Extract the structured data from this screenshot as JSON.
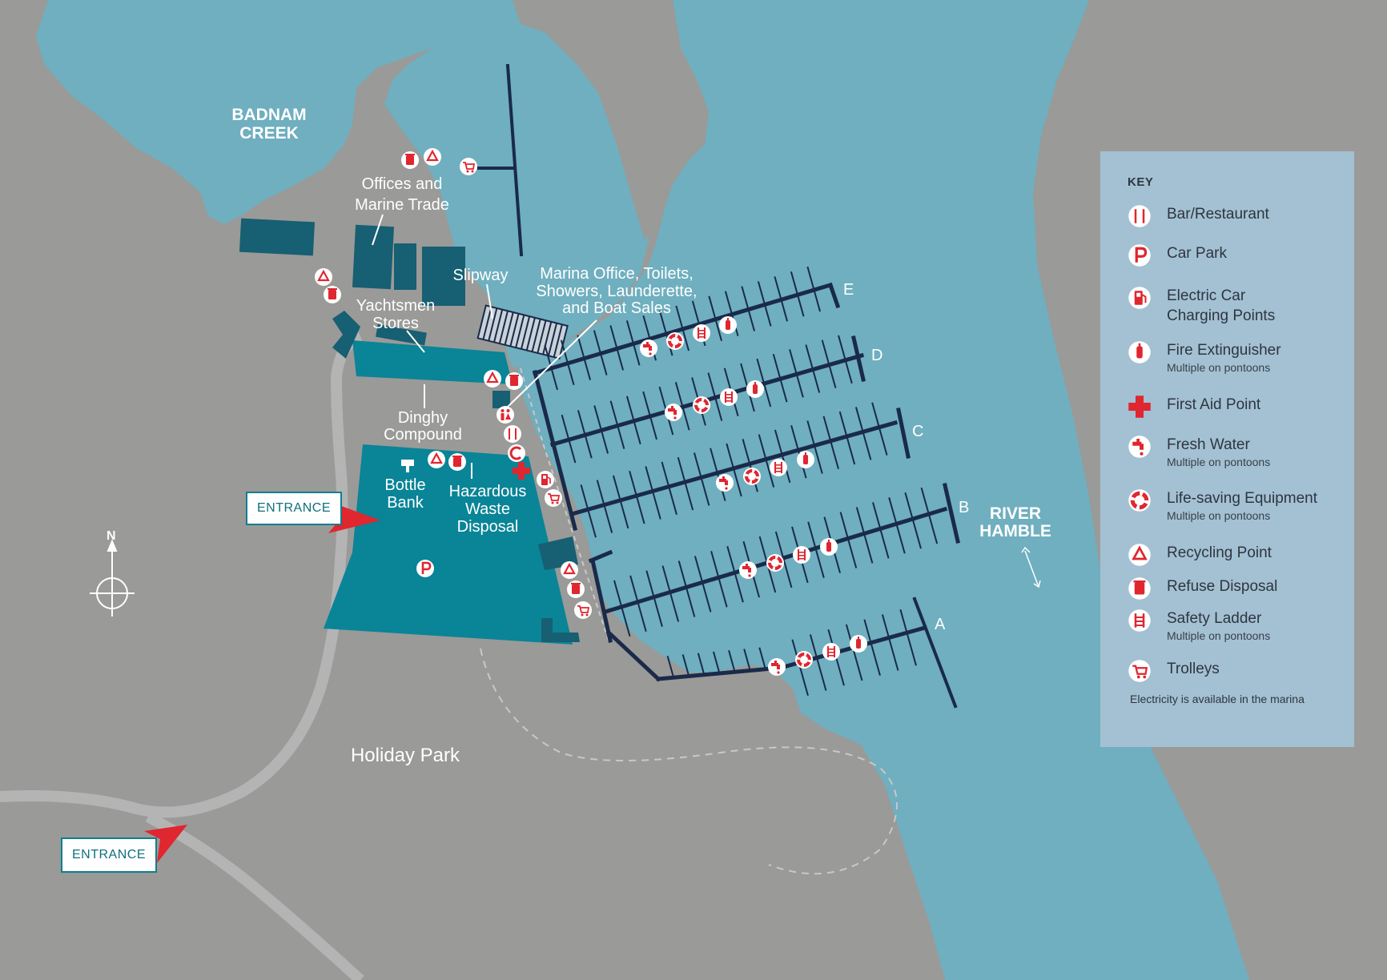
{
  "map": {
    "places": {
      "badnam_creek": [
        "BADNAM",
        "CREEK"
      ],
      "river_hamble": [
        "RIVER",
        "HAMBLE"
      ],
      "holiday_park": "Holiday Park",
      "offices": [
        "Offices and",
        "Marine Trade"
      ],
      "slipway": "Slipway",
      "marina_office": [
        "Marina Office, Toilets,",
        "Showers, Launderette,",
        "and Boat Sales"
      ],
      "yachtsmen_stores": [
        "Yachtsmen",
        "Stores"
      ],
      "dinghy_compound": [
        "Dinghy",
        "Compound"
      ],
      "bottle_bank": [
        "Bottle",
        "Bank"
      ],
      "hazardous_waste": [
        "Hazardous",
        "Waste",
        "Disposal"
      ]
    },
    "pontoons": [
      "A",
      "B",
      "C",
      "D",
      "E"
    ],
    "entrances": [
      "ENTRANCE",
      "ENTRANCE"
    ],
    "compass_label": "N",
    "parking_icon_letter": "P"
  },
  "key": {
    "title": "KEY",
    "items": [
      {
        "icon": "bar-restaurant-icon",
        "label": "Bar/Restaurant",
        "sub": ""
      },
      {
        "icon": "car-park-icon",
        "label": "Car Park",
        "sub": ""
      },
      {
        "icon": "electric-car-charging-icon",
        "label": "Electric Car\nCharging Points",
        "sub": ""
      },
      {
        "icon": "fire-extinguisher-icon",
        "label": "Fire Extinguisher",
        "sub": "Multiple on pontoons"
      },
      {
        "icon": "first-aid-icon",
        "label": "First Aid Point",
        "sub": ""
      },
      {
        "icon": "fresh-water-icon",
        "label": "Fresh Water",
        "sub": "Multiple on pontoons"
      },
      {
        "icon": "life-saving-icon",
        "label": "Life-saving Equipment",
        "sub": "Multiple on pontoons"
      },
      {
        "icon": "recycling-icon",
        "label": "Recycling Point",
        "sub": ""
      },
      {
        "icon": "refuse-icon",
        "label": "Refuse Disposal",
        "sub": ""
      },
      {
        "icon": "safety-ladder-icon",
        "label": "Safety Ladder",
        "sub": "Multiple on pontoons"
      },
      {
        "icon": "trolley-icon",
        "label": "Trolleys",
        "sub": ""
      }
    ],
    "footer": "Electricity is available in the marina"
  },
  "colors": {
    "land": "#9a9a98",
    "water": "#6fafbf",
    "car_park": "#0a8497",
    "building": "#175f72",
    "pontoon": "#1a2a4a",
    "icon_red": "#e0262f",
    "key_bg": "#a3c1d3",
    "road": "#b4b4b4"
  }
}
